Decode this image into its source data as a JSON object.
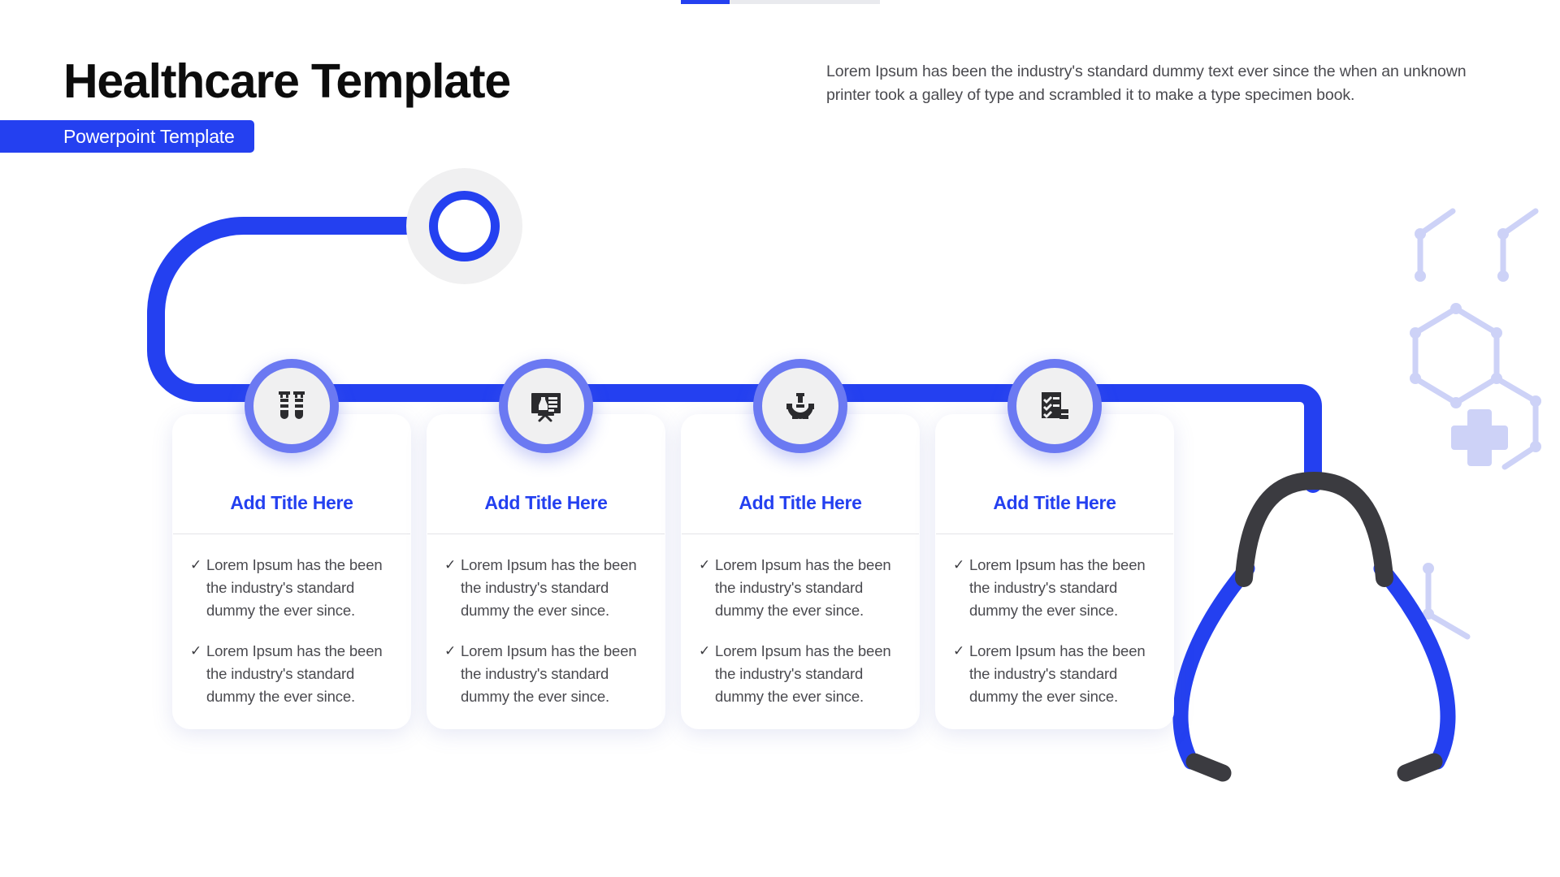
{
  "accent": {
    "primary_blue": "#2440f0",
    "node_purple": "#6b79f2",
    "node_fill": "#f0f0f1",
    "dark_gray": "#3b3b40",
    "molecule_lilac": "#cdd2f7",
    "body_text": "#4a4a4f"
  },
  "header": {
    "title": "Healthcare Template",
    "badge": "Powerpoint Template",
    "paragraph": "Lorem Ipsum has been the industry's standard dummy text ever since the when an unknown printer took a galley of type and scrambled it to make a type specimen book."
  },
  "decor": {
    "molecule_hexagon": "hexagon-molecule",
    "medical_cross": "medical-cross",
    "stethoscope": "stethoscope-illustration",
    "chest_piece": "stethoscope-chest-piece"
  },
  "cards": [
    {
      "icon": "test-tubes-icon",
      "title": "Add Title Here",
      "bullets": [
        "Lorem Ipsum has the been the industry's standard dummy the ever since.",
        "Lorem Ipsum has the been the industry's standard dummy the ever since."
      ]
    },
    {
      "icon": "presentation-board-icon",
      "title": "Add Title Here",
      "bullets": [
        "Lorem Ipsum has the been the industry's standard dummy the ever since.",
        "Lorem Ipsum has the been the industry's standard dummy the ever since."
      ]
    },
    {
      "icon": "gear-vial-icon",
      "title": "Add Title Here",
      "bullets": [
        "Lorem Ipsum has the been the industry's standard dummy the ever since.",
        "Lorem Ipsum has the been the industry's standard dummy the ever since."
      ]
    },
    {
      "icon": "medical-checklist-icon",
      "title": "Add Title Here",
      "bullets": [
        "Lorem Ipsum has the been the industry's standard dummy the ever since.",
        "Lorem Ipsum has the been the industry's standard dummy the ever since."
      ]
    }
  ],
  "bullet_marker": "✓"
}
